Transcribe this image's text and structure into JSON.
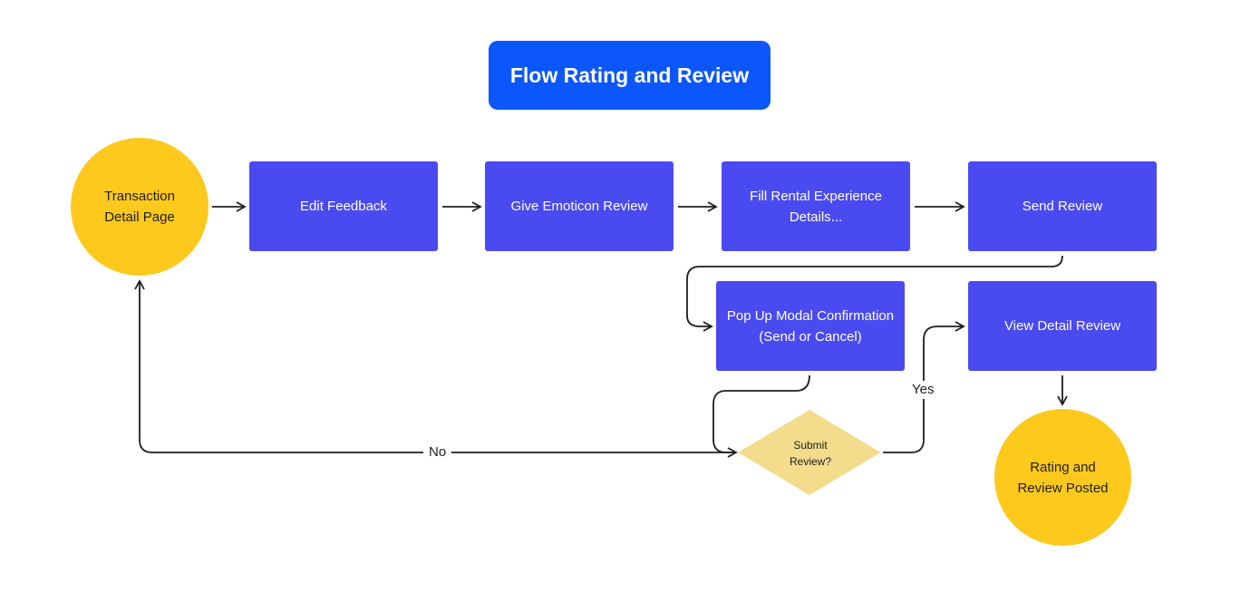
{
  "diagram": {
    "title": "Flow Rating and Review",
    "nodes": {
      "transaction_detail": "Transaction\nDetail Page",
      "edit_feedback": "Edit Feedback",
      "give_emoticon": "Give Emoticon Review",
      "fill_rental": "Fill Rental Experience\nDetails...",
      "send_review": "Send Review",
      "popup_modal": "Pop Up Modal Confirmation\n(Send or Cancel)",
      "submit_decision": "Submit\nReview?",
      "view_detail": "View Detail Review",
      "posted": "Rating and\nReview Posted"
    },
    "edges": {
      "yes_label": "Yes",
      "no_label": "No"
    },
    "colors": {
      "title_bg": "#0b57fb",
      "process_bg": "#4a4af1",
      "terminal_bg": "#fdc91d",
      "decision_bg": "#f3dc8c",
      "line": "#1e1e1e"
    }
  }
}
